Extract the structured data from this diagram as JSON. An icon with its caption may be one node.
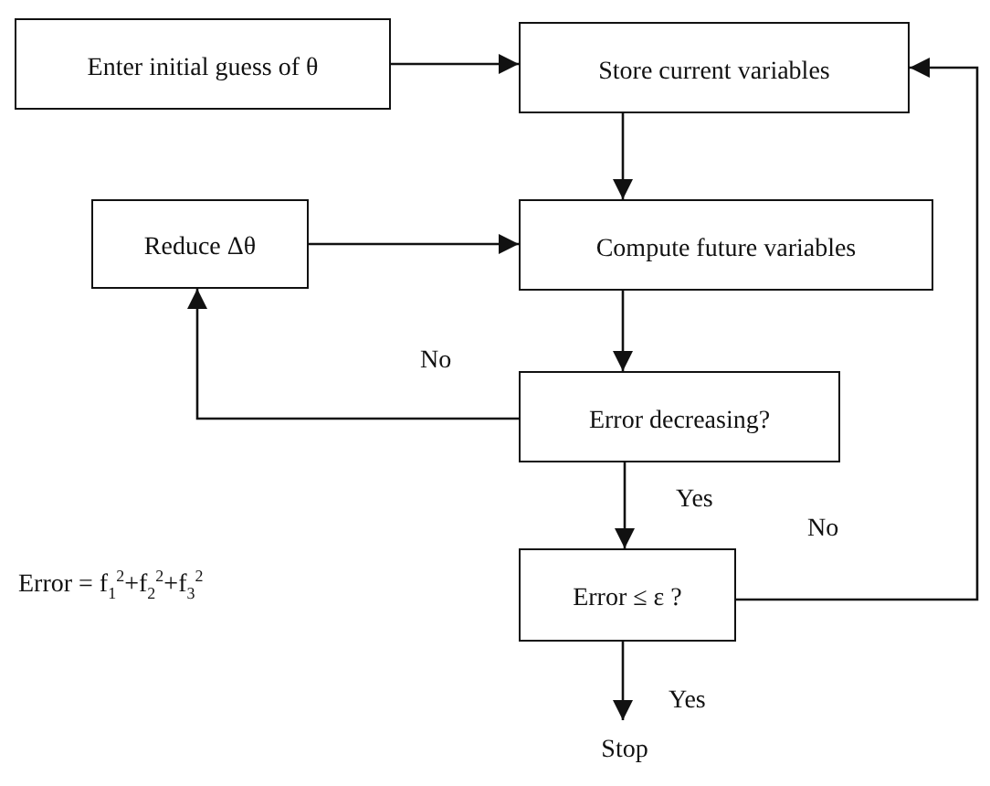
{
  "diagram": {
    "nodes": [
      {
        "text": [
          "Enter initial guess of θ"
        ]
      },
      {
        "text": [
          "Store current variables"
        ]
      },
      {
        "text": [
          "Reduce Δθ"
        ]
      },
      {
        "text": [
          "Compute future variables"
        ]
      },
      {
        "text": [
          "Error decreasing?"
        ]
      },
      {
        "text": [
          "Error ≤ ε ?"
        ]
      },
      {
        "text": [
          "Stop"
        ]
      }
    ],
    "edges": [
      {
        "from": 0,
        "to": 1,
        "arrow": "to"
      },
      {
        "from": 1,
        "to": 3,
        "arrow": "to"
      },
      {
        "from": 2,
        "to": 3,
        "arrow": "to"
      },
      {
        "from": 3,
        "to": 4,
        "arrow": "to"
      },
      {
        "from": 4,
        "to": 2,
        "label": "No",
        "arrow": "to"
      },
      {
        "from": 4,
        "to": 5,
        "label": "Yes",
        "arrow": "to"
      },
      {
        "from": 5,
        "to": 1,
        "label": "No",
        "arrow": "to"
      },
      {
        "from": 5,
        "to": 6,
        "label": "Yes",
        "arrow": "to"
      }
    ],
    "labels": [
      "Error = f$_{1}$$^{2}$+f$_{2}$$^{2}$+f$_{3}$$^{2}$"
    ]
  }
}
